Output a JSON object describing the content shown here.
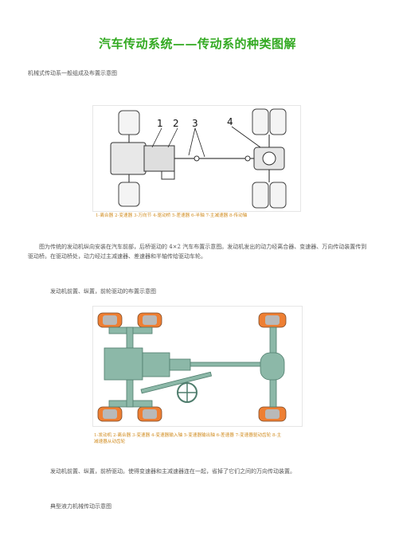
{
  "title": "汽车传动系统——传动系的种类图解",
  "section1_heading": "机械式传动系一般组成及布置示意图",
  "figure1": {
    "callouts": [
      "1",
      "2",
      "3",
      "4"
    ],
    "caption": "1-离合器 2-变速器 3-万向节 4-驱动桥 5-差速器 6-半轴 7-主减速器 8-传动轴"
  },
  "paragraph1": "图为传统的发动机纵向安装在汽车前部，后桥驱动的 4×2 汽车布置示意图。发动机发出的动力经离合器、变速器、万向传动装置传到驱动桥。在驱动桥处，动力经过主减速器、差速器和半轴传给驱动车轮。",
  "section2_heading": "发动机前置、纵置，前轮驱动的布置示意图",
  "figure2": {
    "caption_line1": "1-发动机 2-离合器 3-变速器 4-变速器输入轴 5-变速器输出轴 6-差速器 7-变速器驱动齿轮 8-主",
    "caption_line2": "减速器从动齿轮"
  },
  "paragraph2": "发动机前置、纵置，前桥驱动。使得变速器和主减速器连在一起，省掉了它们之间的万向传动装置。",
  "section3_heading": "典型液力机械传动示意图"
}
